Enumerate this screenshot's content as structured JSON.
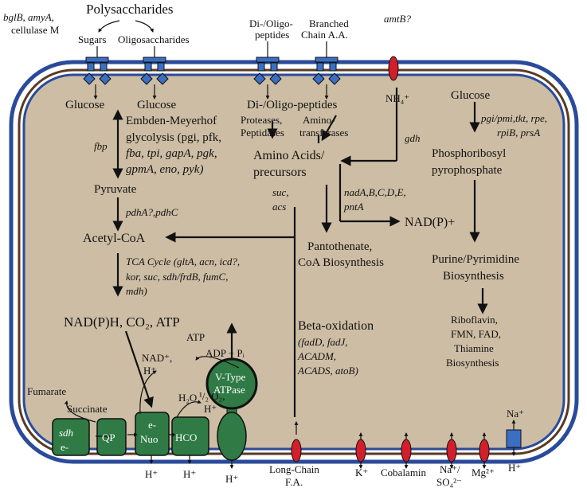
{
  "colors": {
    "cytoplasm": "#cdbda4",
    "membrane_outer": "#2a4b9a",
    "membrane_mid": "#5a3b22",
    "transporter": "#3a6fc4",
    "complex": "#2f7a45",
    "channel": "#d21f2a"
  },
  "external": {
    "enzymes": "bglB, amyA,",
    "enzymes2": "cellulase M",
    "polysaccharides": "Polysaccharides",
    "sugars": "Sugars",
    "oligosaccharides": "Oligosaccharides",
    "di_oligo_peptides": "Di-/Oligo-",
    "di_oligo_peptides2": "peptides",
    "branched_chain": "Branched",
    "branched_chain2": "Chain A.A.",
    "amtb": "amtB?"
  },
  "glycolysis": {
    "glucose_left": "Glucose",
    "glucose_mid": "Glucose",
    "emp1": "Embden-Meyerhof",
    "emp2": "glycolysis (pgi, pfk,",
    "emp3": "fba, tpi, gapA, pgk,",
    "emp4": "gpmA, eno, pyk)",
    "fbp": "fbp",
    "pyruvate": "Pyruvate",
    "pdh": "pdhA?,pdhC",
    "acetyl_coa": "Acetyl-CoA",
    "tca1": "TCA Cycle (gltA, acn, icd?,",
    "tca2": "kor, suc, sdh/frdB, fumC,",
    "tca3": "mdh)",
    "nadph": "NAD(P)H, CO₂, ATP"
  },
  "amino": {
    "di_oligo": "Di-/Oligo-peptides",
    "proteases": "Proteases,",
    "peptidases": "Peptidases",
    "amino_trans": "Amino-",
    "transferases": "transferases",
    "amino_acids": "Amino Acids/",
    "precursors": "precursors",
    "nh4": "NH₄⁺",
    "gdh": "gdh",
    "suc": "suc,",
    "acs": "acs",
    "nad_genes1": "nadA,B,C,D,E,",
    "nad_genes2": "pntA",
    "nadp_plus": "NAD(P)+",
    "panto1": "Pantothenate,",
    "panto2": "CoA Biosynthesis"
  },
  "purine": {
    "glucose": "Glucose",
    "genes1": "pgi/pmi,tkt, rpe,",
    "genes2": "rpiB, prsA",
    "prpp1": "Phosphoribosyl",
    "prpp2": "pyrophosphate",
    "pp1": "Purine/Pyrimidine",
    "pp2": "Biosynthesis",
    "rib1": "Riboflavin,",
    "rib2": "FMN, FAD,",
    "rib3": "Thiamine",
    "rib4": "Biosynthesis"
  },
  "beta": {
    "title": "Beta-oxidation",
    "g1": "(fadD, fadJ,",
    "g2": "ACADM,",
    "g3": "ACADS, atoB)"
  },
  "membrane": {
    "fumarate": "Fumarate",
    "succinate": "Succinate",
    "sdh": "sdh",
    "e1": "e-",
    "qp": "QP",
    "e2": "e-",
    "nuo": "Nuo",
    "hco": "HCO",
    "nad": "NAD⁺,",
    "hplus": "H⁺",
    "h2o": "H₂O",
    "o2": "¹/₂ O₂,",
    "h_o2": "H⁺",
    "atp": "ATP",
    "adp": "ADP + Pᵢ",
    "vtype1": "V-Type",
    "vtype2": "ATPase",
    "h_out1": "H⁺",
    "h_out2": "H⁺",
    "h_out3": "H⁺",
    "lcfa1": "Long-Chain",
    "lcfa2": "F.A.",
    "kplus": "K⁺",
    "cobalamin": "Cobalamin",
    "na_so4_1": "Na⁺/",
    "na_so4_2": "SO₄²⁻",
    "mg": "Mg²⁺",
    "na_top": "Na⁺",
    "h_bottom": "H⁺"
  }
}
